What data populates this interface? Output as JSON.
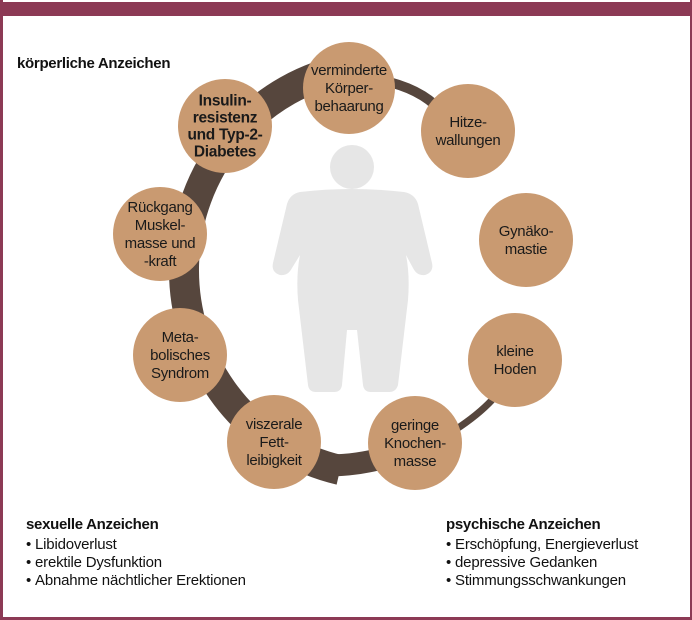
{
  "colors": {
    "frame": "#8c3a55",
    "ring": "#56463d",
    "bubble": "#c99a71",
    "figure": "#e6e6e6",
    "text": "#111111"
  },
  "sections": {
    "koerperlich": {
      "title": "körperliche Anzeichen"
    },
    "sexuell": {
      "title": "sexuelle Anzeichen",
      "items": [
        "Libidoverlust",
        "erektile Dysfunktion",
        "Abnahme nächtlicher Erektionen"
      ]
    },
    "psychisch": {
      "title": "psychische Anzeichen",
      "items": [
        "Erschöpfung, Energieverlust",
        "depressive Gedanken",
        "Stimmungsschwankungen"
      ]
    }
  },
  "center_icon": "obese-person-icon",
  "bubbles": [
    {
      "id": "koerperbehaarung",
      "lines": [
        "verminderte",
        "Körper-",
        "behaarung"
      ],
      "bold": false
    },
    {
      "id": "hitzewallungen",
      "lines": [
        "Hitze-",
        "wallungen"
      ],
      "bold": false
    },
    {
      "id": "gynaekomastie",
      "lines": [
        "Gynäko-",
        "mastie"
      ],
      "bold": false
    },
    {
      "id": "kleine-hoden",
      "lines": [
        "kleine",
        "Hoden"
      ],
      "bold": false
    },
    {
      "id": "knochenmasse",
      "lines": [
        "geringe",
        "Knochen-",
        "masse"
      ],
      "bold": false
    },
    {
      "id": "fettleibigkeit",
      "lines": [
        "viszerale",
        "Fett-",
        "leibigkeit"
      ],
      "bold": false
    },
    {
      "id": "metabolisches-syndrom",
      "lines": [
        "Meta-",
        "bolisches",
        "Syndrom"
      ],
      "bold": false
    },
    {
      "id": "muskelmasse",
      "lines": [
        "Rückgang",
        "Muskel-",
        "masse und",
        "-kraft"
      ],
      "bold": false
    },
    {
      "id": "insulinresistenz",
      "lines": [
        "Insulin-",
        "resistenz",
        "und Typ-2-",
        "Diabetes"
      ],
      "bold": true
    }
  ]
}
